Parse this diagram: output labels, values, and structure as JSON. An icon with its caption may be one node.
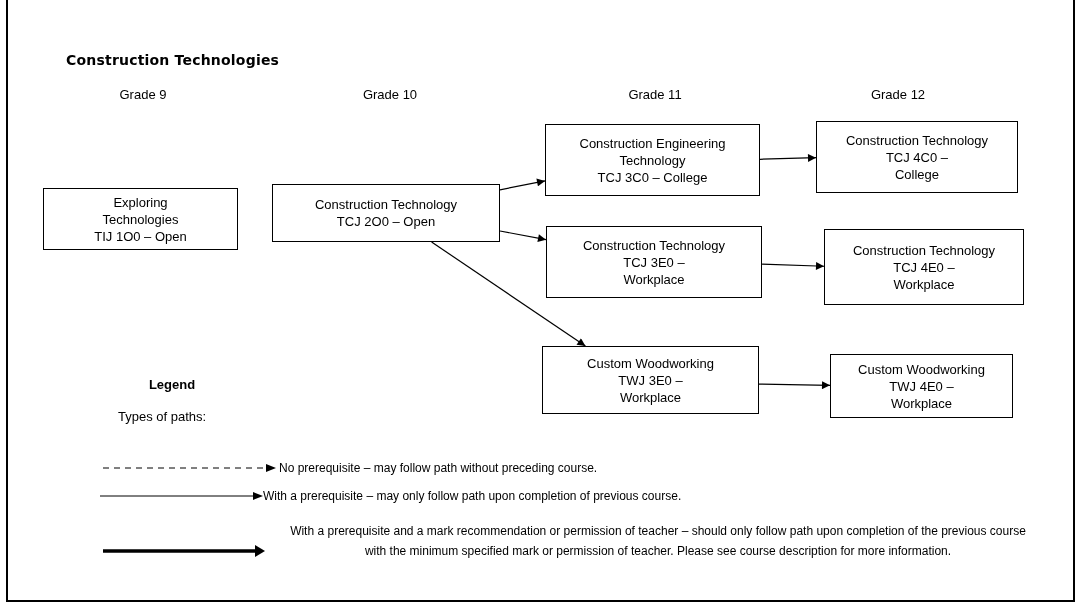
{
  "diagram": {
    "title": "Construction Technologies",
    "nodes": [
      {
        "text": [
          "Exploring Technologies",
          "TIJ 1O0 – Open"
        ]
      },
      {
        "text": [
          "Construction Technology",
          "TCJ 2O0 – Open"
        ]
      },
      {
        "text": [
          "Construction Engineering Technology",
          "TCJ 3C0 – College"
        ]
      },
      {
        "text": [
          "Construction Technology",
          "TCJ 4C0 – College"
        ]
      },
      {
        "text": [
          "Construction Technology",
          "TCJ 3E0 – Workplace"
        ]
      },
      {
        "text": [
          "Construction Technology",
          "TCJ 4E0 – Workplace"
        ]
      },
      {
        "text": [
          "Custom Woodworking",
          "TWJ 3E0 – Workplace"
        ]
      },
      {
        "text": [
          "Custom Woodworking",
          "TWJ 4E0 – Workplace"
        ]
      }
    ],
    "edges": [
      {
        "from": 1,
        "to": 2,
        "arrow": "to"
      },
      {
        "from": 1,
        "to": 4,
        "arrow": "to"
      },
      {
        "from": 1,
        "to": 6,
        "arrow": "to"
      },
      {
        "from": 2,
        "to": 3,
        "arrow": "to"
      },
      {
        "from": 4,
        "to": 5,
        "arrow": "to"
      },
      {
        "from": 6,
        "to": 7,
        "arrow": "to"
      }
    ],
    "labels": [
      "Grade 9",
      "Grade 10",
      "Grade 11",
      "Grade 12",
      "Legend",
      "Types of paths:"
    ],
    "legend": [
      {
        "text": "No prerequisite – may follow path without preceding course."
      },
      {
        "text": "With a prerequisite – may only follow path upon completion of previous course."
      },
      {
        "text": "With a prerequisite and a mark recommendation or permission of teacher – should only follow path upon completion of the previous course with the minimum specified mark or permission of teacher. Please see course description for more information."
      }
    ]
  }
}
